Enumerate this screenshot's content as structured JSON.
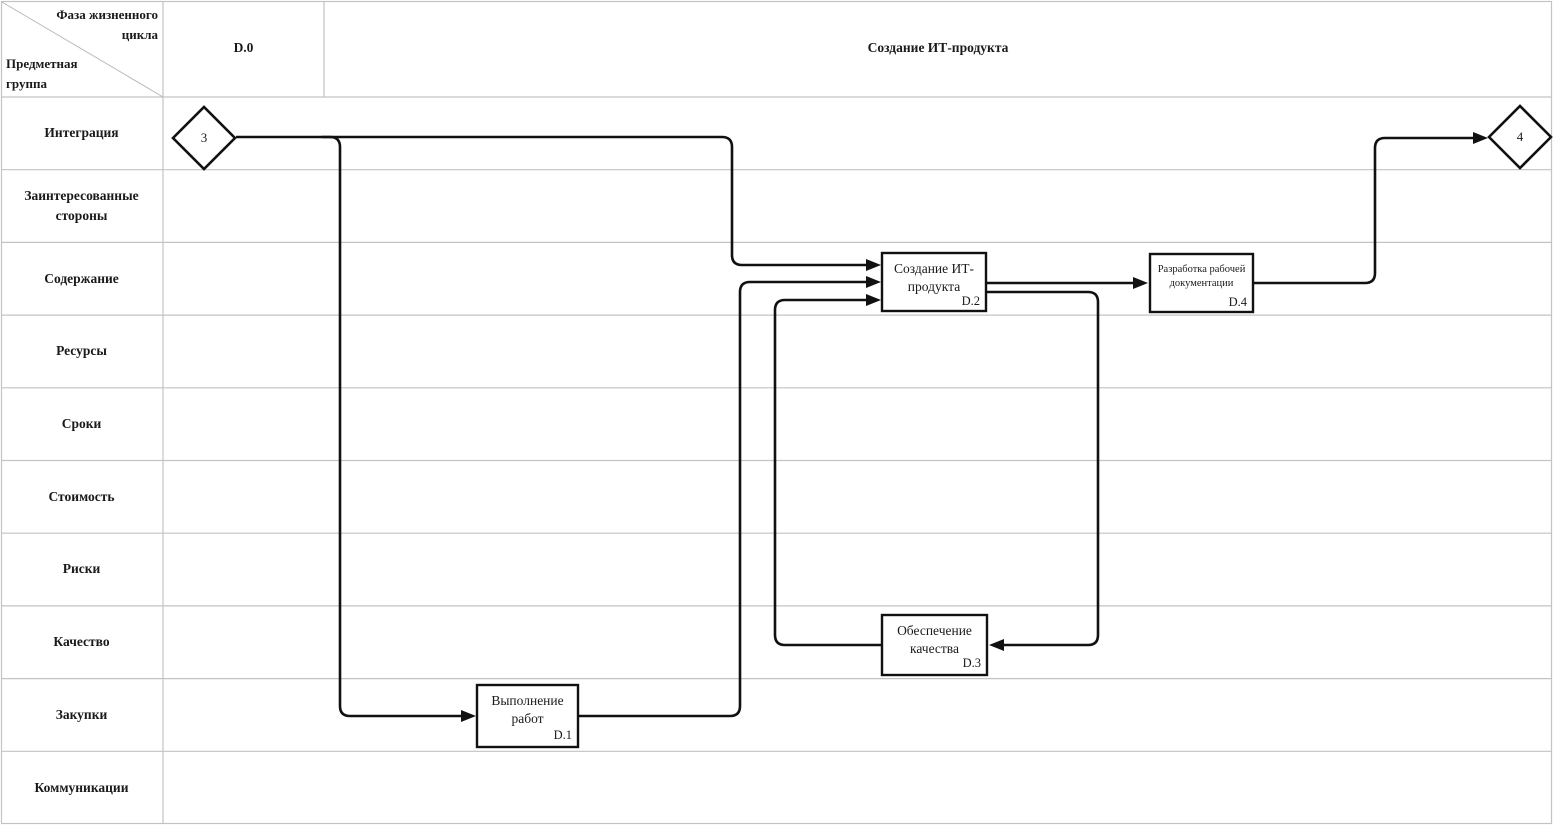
{
  "diagram": {
    "header": {
      "corner_top": "Фаза жизненного цикла",
      "corner_bottom": "Предметная группа",
      "phase_id": "D.0",
      "phase_name": "Создание ИТ-продукта"
    },
    "rows": [
      "Интеграция",
      "Заинтересованные стороны",
      "Содержание",
      "Ресурсы",
      "Сроки",
      "Стоимость",
      "Риски",
      "Качество",
      "Закупки",
      "Коммуникации"
    ],
    "nodes": {
      "start_connector": {
        "shape": "diamond",
        "label": "3",
        "lane": "Интеграция"
      },
      "end_connector": {
        "shape": "diamond",
        "label": "4",
        "lane": "Интеграция"
      },
      "d1": {
        "id": "D.1",
        "title": "Выполнение работ",
        "lane": "Закупки"
      },
      "d2": {
        "id": "D.2",
        "title": "Создание ИТ-продукта",
        "lane": "Содержание"
      },
      "d3": {
        "id": "D.3",
        "title": "Обеспечение качества",
        "lane": "Качество"
      },
      "d4": {
        "id": "D.4",
        "title": "Разработка рабочей документации",
        "lane": "Содержание"
      }
    },
    "edges": [
      {
        "from": "3",
        "to": "D.2"
      },
      {
        "from": "3",
        "to": "D.1"
      },
      {
        "from": "D.1",
        "to": "D.2"
      },
      {
        "from": "D.3",
        "to": "D.2"
      },
      {
        "from": "D.2",
        "to": "D.4"
      },
      {
        "from": "D.2",
        "to": "D.3"
      },
      {
        "from": "D.4",
        "to": "4"
      }
    ],
    "colors": {
      "line": "#111111",
      "grid": "#c3c3c3",
      "background": "#ffffff",
      "text": "#1a1a1a"
    }
  }
}
